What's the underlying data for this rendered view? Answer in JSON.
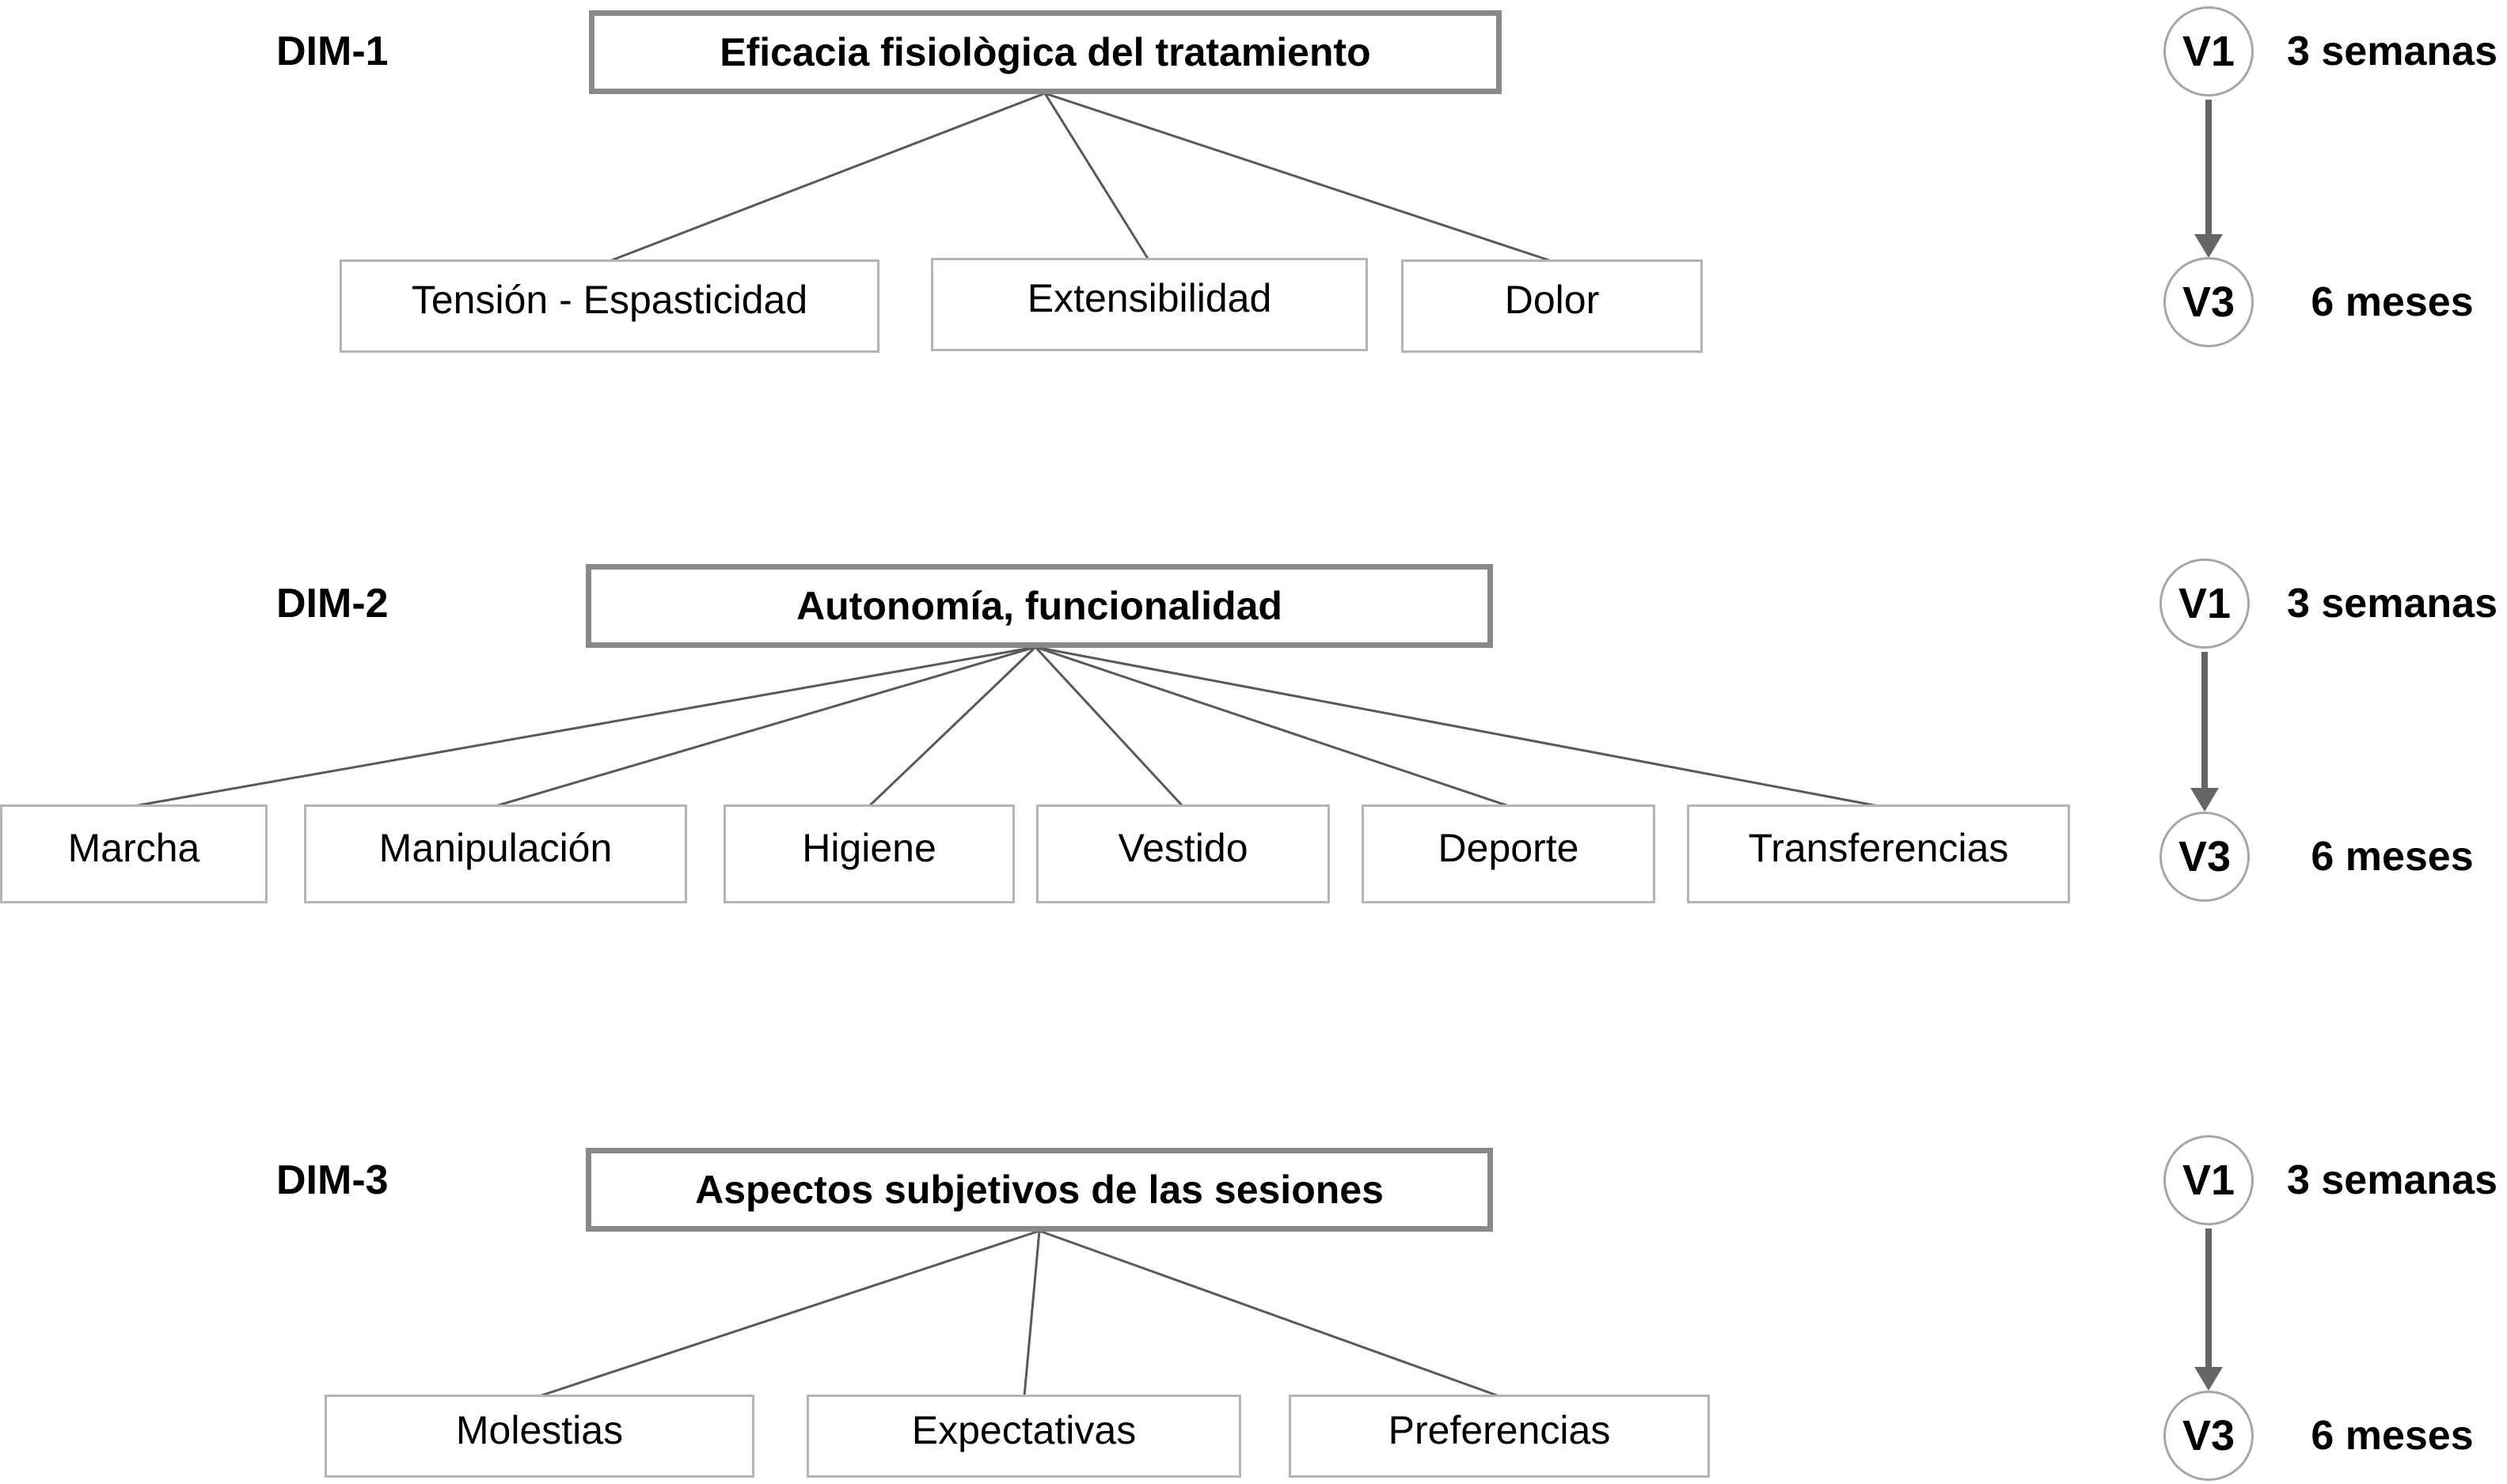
{
  "diagram": {
    "sections": [
      {
        "dim_label": "DIM-1",
        "title": "Eficacia fisiològica del tratamiento",
        "children": [
          {
            "label": "Tensión - Espasticidad"
          },
          {
            "label": "Extensibilidad"
          },
          {
            "label": "Dolor"
          }
        ],
        "timeline": {
          "start_visit": "V1",
          "start_time": "3 semanas",
          "end_visit": "V3",
          "end_time": "6 meses"
        }
      },
      {
        "dim_label": "DIM-2",
        "title": "Autonomía, funcionalidad",
        "children": [
          {
            "label": "Marcha"
          },
          {
            "label": "Manipulación"
          },
          {
            "label": "Higiene"
          },
          {
            "label": "Vestido"
          },
          {
            "label": "Deporte"
          },
          {
            "label": "Transferencias"
          }
        ],
        "timeline": {
          "start_visit": "V1",
          "start_time": "3 semanas",
          "end_visit": "V3",
          "end_time": "6 meses"
        }
      },
      {
        "dim_label": "DIM-3",
        "title": "Aspectos subjetivos de las sesiones",
        "children": [
          {
            "label": "Molestias"
          },
          {
            "label": "Expectativas"
          },
          {
            "label": "Preferencias"
          }
        ],
        "timeline": {
          "start_visit": "V1",
          "start_time": "3 semanas",
          "end_visit": "V3",
          "end_time": "6 meses"
        }
      }
    ],
    "colors": {
      "main_box_border": "#898989",
      "child_box_border": "#b5b5b5",
      "connector_line": "#595959",
      "arrow": "#666666",
      "circle_border": "#a6a6a6",
      "text": "#000000",
      "background": "#ffffff"
    }
  }
}
